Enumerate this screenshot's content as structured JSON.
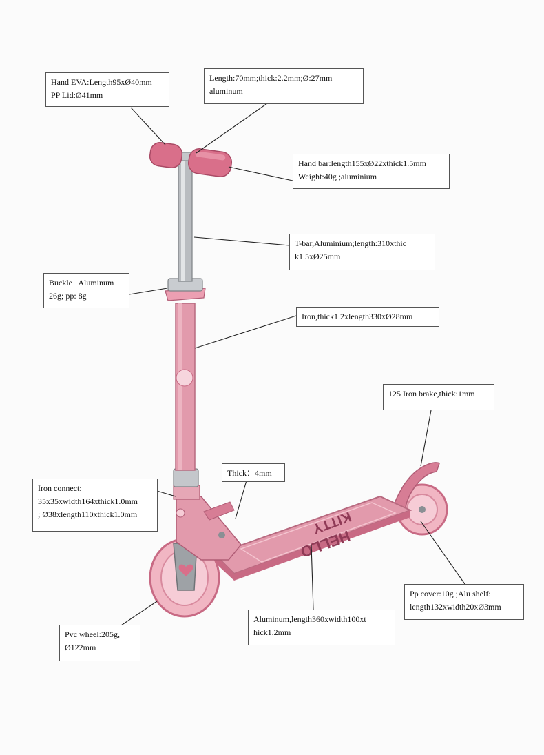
{
  "callouts": {
    "hand_eva": {
      "lines": [
        "Hand EVA:Length95xØ40mm",
        "PP Lid:Ø41mm"
      ]
    },
    "tube": {
      "lines": [
        "Length:70mm;thick:2.2mm;Ø:27mm",
        "aluminum"
      ]
    },
    "hand_bar": {
      "lines": [
        "Hand bar:length155xØ22xthick1.5mm",
        "Weight:40g ;aluminium"
      ]
    },
    "t_bar": {
      "lines": [
        "T-bar,Aluminium;length:310xthic",
        "k1.5xØ25mm"
      ]
    },
    "buckle": {
      "lines": [
        "Buckle   Aluminum",
        "26g; pp: 8g"
      ]
    },
    "iron_tube": {
      "lines": [
        "Iron,thick1.2xlength330xØ28mm"
      ]
    },
    "brake": {
      "lines": [
        "125 Iron brake,thick:1mm"
      ]
    },
    "thick": {
      "lines": [
        "Thick：4mm"
      ]
    },
    "iron_connect": {
      "lines": [
        "Iron connect:",
        "35x35xwidth164xthick1.0mm",
        "; Ø38xlength110xthick1.0mm"
      ]
    },
    "pvc_wheel": {
      "lines": [
        "Pvc wheel:205g,",
        "Ø122mm"
      ]
    },
    "deck": {
      "lines": [
        "Aluminum,length360xwidth100xt",
        "hick1.2mm"
      ]
    },
    "pp_cover": {
      "lines": [
        "Pp cover:10g ;Alu shelf:",
        "length132xwidth20xØ3mm"
      ]
    }
  },
  "deck_print": [
    "HELLO",
    "KITTY"
  ],
  "colors": {
    "scooter_pink": "#e29aac",
    "scooter_dark_pink": "#c86a84",
    "grip_pink": "#d96f8a",
    "aluminium": "#b9bcc0",
    "wheel_pink": "#f1b6c3",
    "callout_border": "#555555",
    "leader_line": "#222222"
  }
}
